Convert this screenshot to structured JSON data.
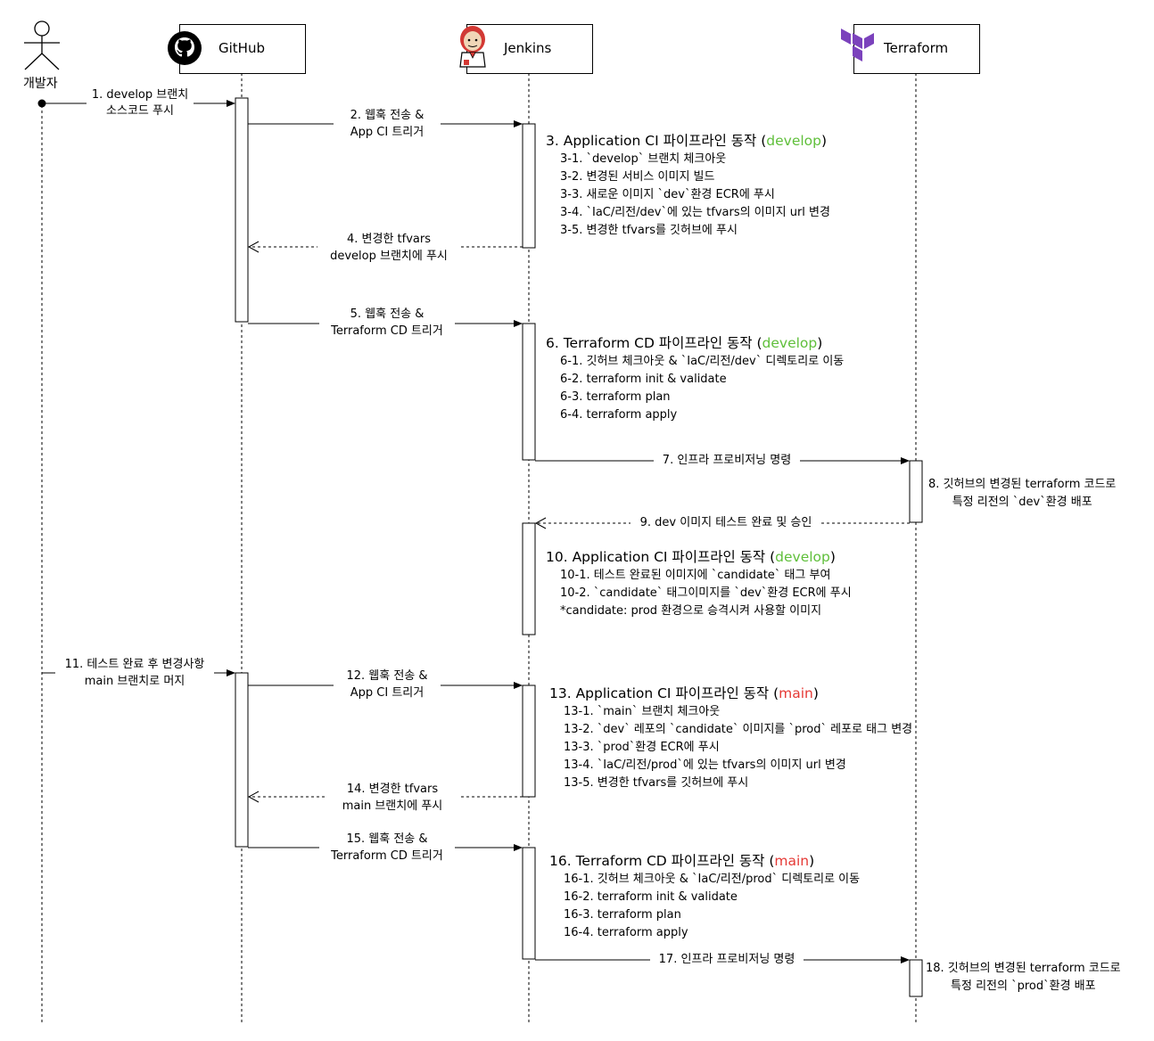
{
  "participants": {
    "developer": "개발자",
    "github": "GitHub",
    "jenkins": "Jenkins",
    "terraform": "Terraform"
  },
  "colors": {
    "develop_branch": "#5fbf3a",
    "main_branch": "#e53935",
    "line": "#000000"
  },
  "messages": {
    "m1": [
      "1. develop 브랜치",
      "소스코드 푸시"
    ],
    "m2": [
      "2. 웹훅 전송 &",
      "App CI 트리거"
    ],
    "m4": [
      "4. 변경한 tfvars",
      "develop 브랜치에 푸시"
    ],
    "m5": [
      "5. 웹훅 전송 &",
      "Terraform CD 트리거"
    ],
    "m7": "7. 인프라 프로비저닝 명령",
    "m9": "9. dev 이미지 테스트 완료 및 승인",
    "m11": [
      "11. 테스트 완료 후 변경사항",
      "main 브랜치로 머지"
    ],
    "m12": [
      "12. 웹훅 전송 &",
      "App CI 트리거"
    ],
    "m14": [
      "14. 변경한 tfvars",
      "main 브랜치에 푸시"
    ],
    "m15": [
      "15. 웹훅 전송 &",
      "Terraform CD 트리거"
    ],
    "m17": "17. 인프라 프로비저닝 명령"
  },
  "notes": {
    "n3": {
      "title": "3. Application CI 파이프라인 동작 (",
      "branch": "develop",
      "close": ")",
      "steps": [
        "3-1. `develop` 브랜치 체크아웃",
        "3-2. 변경된 서비스 이미지 빌드",
        "3-3. 새로운 이미지 `dev`환경 ECR에 푸시",
        "3-4. `IaC/리전/dev`에 있는 tfvars의 이미지 url 변경",
        "3-5. 변경한 tfvars를 깃허브에 푸시"
      ]
    },
    "n6": {
      "title": "6. Terraform CD 파이프라인 동작 (",
      "branch": "develop",
      "close": ")",
      "steps": [
        "6-1. 깃허브 체크아웃 & `IaC/리전/dev` 디렉토리로 이동",
        "6-2. terraform init & validate",
        "6-3. terraform plan",
        "6-4. terraform apply"
      ]
    },
    "n8": [
      "8. 깃허브의 변경된 terraform 코드로",
      "특정 리전의 `dev`환경 배포"
    ],
    "n10": {
      "title": "10. Application CI 파이프라인 동작 (",
      "branch": "develop",
      "close": ")",
      "steps": [
        "10-1. 테스트 완료된 이미지에 `candidate` 태그 부여",
        "10-2. `candidate` 태그이미지를 `dev`환경 ECR에 푸시",
        "*candidate: prod 환경으로 승격시켜 사용할 이미지"
      ]
    },
    "n13": {
      "title": "13. Application CI 파이프라인 동작 (",
      "branch": "main",
      "close": ")",
      "steps": [
        "13-1. `main` 브랜치 체크아웃",
        "13-2. `dev` 레포의 `candidate` 이미지를 `prod` 레포로 태그 변경",
        "13-3. `prod`환경 ECR에 푸시",
        "13-4. `IaC/리전/prod`에 있는 tfvars의 이미지 url 변경",
        "13-5. 변경한 tfvars를 깃허브에 푸시"
      ]
    },
    "n16": {
      "title": "16. Terraform CD 파이프라인 동작 (",
      "branch": "main",
      "close": ")",
      "steps": [
        "16-1. 깃허브 체크아웃 & `IaC/리전/prod` 디렉토리로 이동",
        "16-2. terraform init & validate",
        "16-3. terraform plan",
        "16-4. terraform apply"
      ]
    },
    "n18": [
      "18. 깃허브의 변경된 terraform 코드로",
      "특정 리전의 `prod`환경 배포"
    ]
  }
}
